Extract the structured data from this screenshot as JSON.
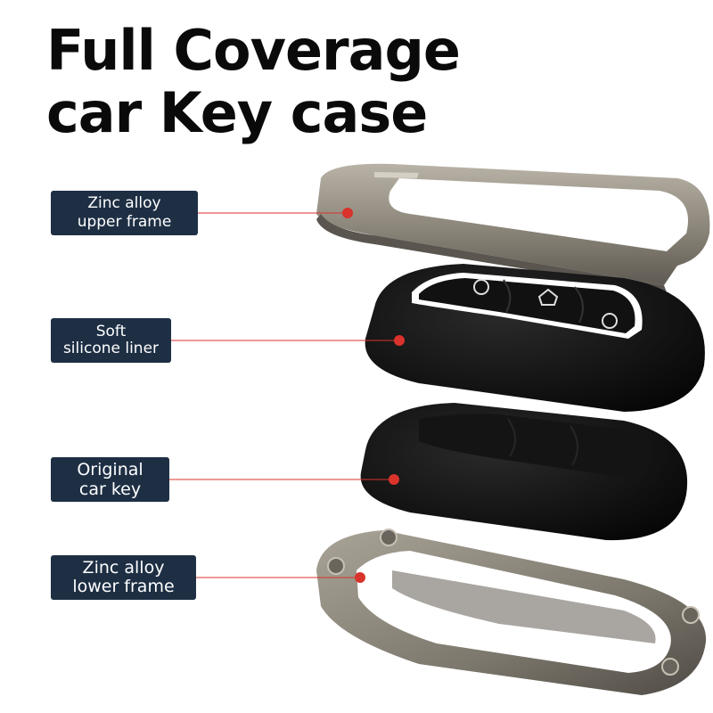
{
  "title": {
    "line1": "Full Coverage",
    "line2": "car Key case"
  },
  "labels": [
    {
      "line1": "Zinc alloy",
      "line2": "upper frame"
    },
    {
      "line1": "Soft",
      "line2": "silicone liner"
    },
    {
      "line1": "Original",
      "line2": "car key"
    },
    {
      "line1": "Zinc alloy",
      "line2": "lower frame"
    }
  ],
  "colors": {
    "label_bg": "#1e2f44",
    "pointer": "#d9332b",
    "metal": "#8c877c",
    "silicone": "#121212"
  }
}
